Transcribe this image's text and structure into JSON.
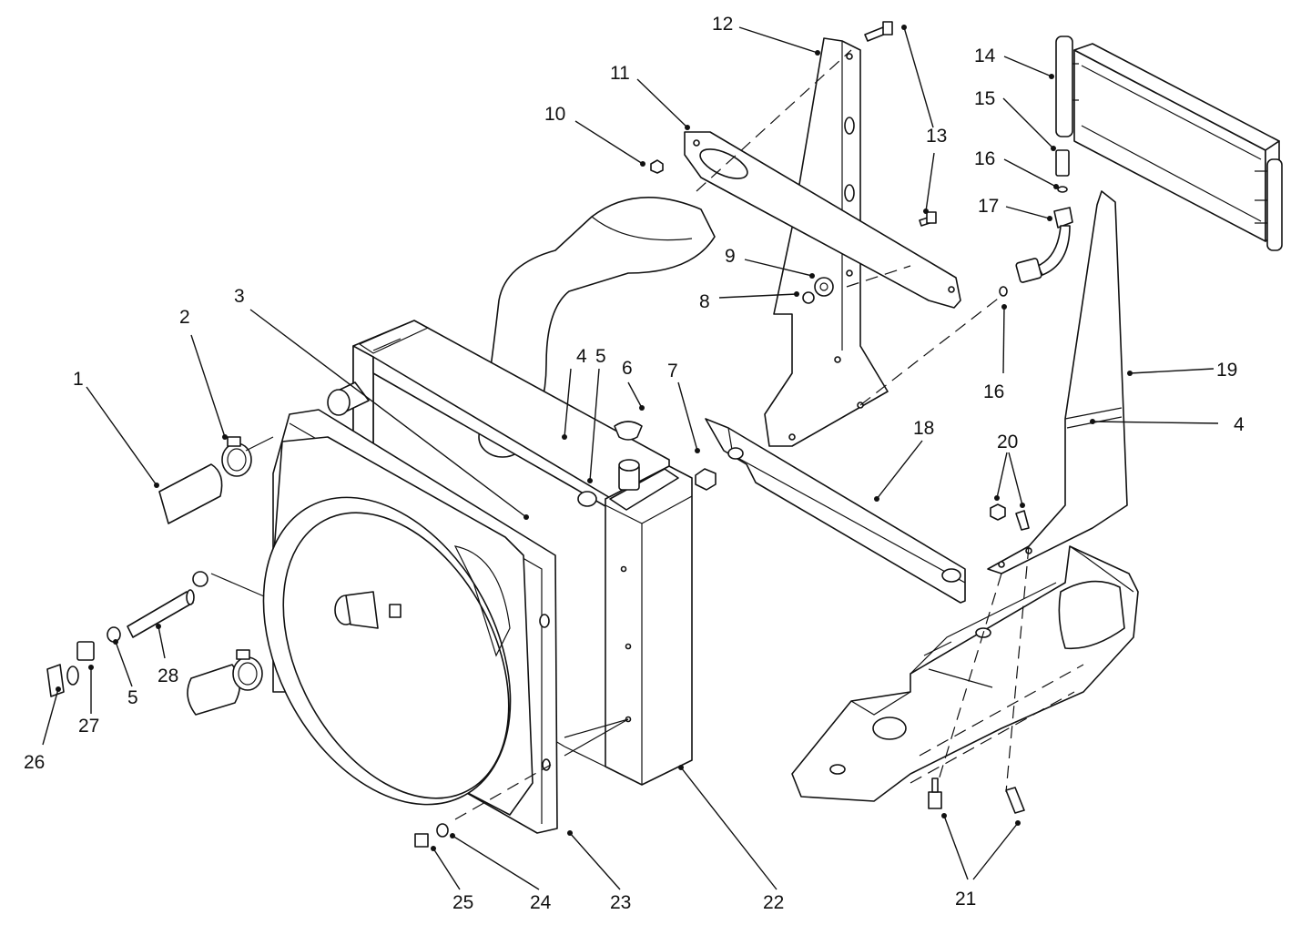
{
  "callouts": [
    {
      "id": "c1",
      "text": "1"
    },
    {
      "id": "c2",
      "text": "2"
    },
    {
      "id": "c3",
      "text": "3"
    },
    {
      "id": "c4a",
      "text": "4"
    },
    {
      "id": "c4b",
      "text": "4"
    },
    {
      "id": "c5a",
      "text": "5"
    },
    {
      "id": "c5b",
      "text": "5"
    },
    {
      "id": "c6",
      "text": "6"
    },
    {
      "id": "c7",
      "text": "7"
    },
    {
      "id": "c8",
      "text": "8"
    },
    {
      "id": "c9",
      "text": "9"
    },
    {
      "id": "c10",
      "text": "10"
    },
    {
      "id": "c11",
      "text": "11"
    },
    {
      "id": "c12",
      "text": "12"
    },
    {
      "id": "c13",
      "text": "13"
    },
    {
      "id": "c14",
      "text": "14"
    },
    {
      "id": "c15",
      "text": "15"
    },
    {
      "id": "c16a",
      "text": "16"
    },
    {
      "id": "c16b",
      "text": "16"
    },
    {
      "id": "c17",
      "text": "17"
    },
    {
      "id": "c18",
      "text": "18"
    },
    {
      "id": "c19",
      "text": "19"
    },
    {
      "id": "c20",
      "text": "20"
    },
    {
      "id": "c21",
      "text": "21"
    },
    {
      "id": "c22",
      "text": "22"
    },
    {
      "id": "c23",
      "text": "23"
    },
    {
      "id": "c24",
      "text": "24"
    },
    {
      "id": "c25",
      "text": "25"
    },
    {
      "id": "c26",
      "text": "26"
    },
    {
      "id": "c27",
      "text": "27"
    },
    {
      "id": "c28",
      "text": "28"
    }
  ]
}
